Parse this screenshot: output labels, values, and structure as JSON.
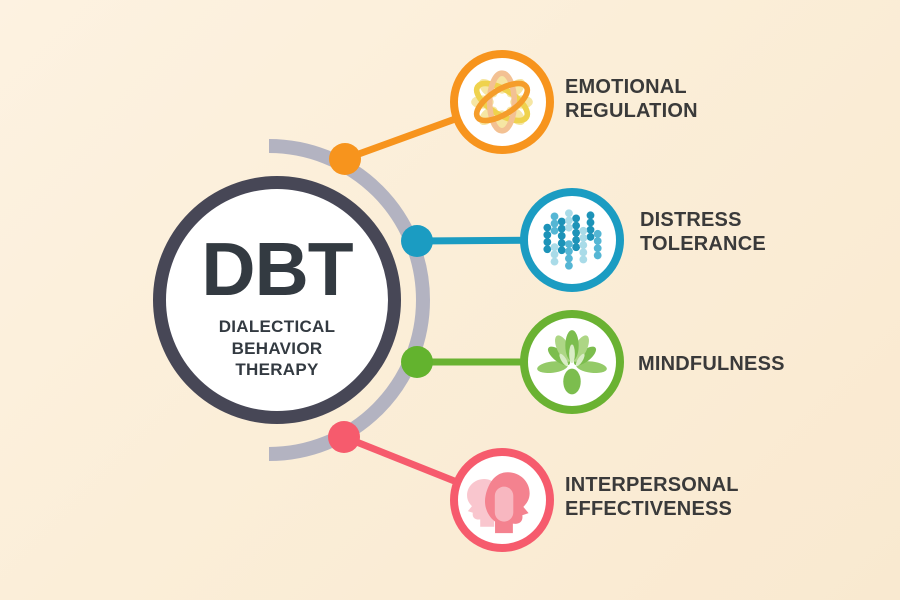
{
  "title": {
    "abbr": "DBT",
    "full": "DIALECTICAL\nBEHAVIOR\nTHERAPY"
  },
  "branches": [
    {
      "label": "EMOTIONAL\nREGULATION",
      "color": "#f7941d",
      "icon": "atom-icon"
    },
    {
      "label": "DISTRESS\nTOLERANCE",
      "color": "#1b9cc2",
      "icon": "dots-pattern-icon"
    },
    {
      "label": "MINDFULNESS",
      "color": "#6ab232",
      "icon": "lotus-icon"
    },
    {
      "label": "INTERPERSONAL\nEFFECTIVENESS",
      "color": "#f65b6d",
      "icon": "profile-heads-icon"
    }
  ],
  "colors": {
    "background": "#fbeed8",
    "hub_ring": "#474756",
    "hub_text": "#333a41",
    "arc": "#b3b3c1",
    "label_text": "#3a3a3a"
  }
}
